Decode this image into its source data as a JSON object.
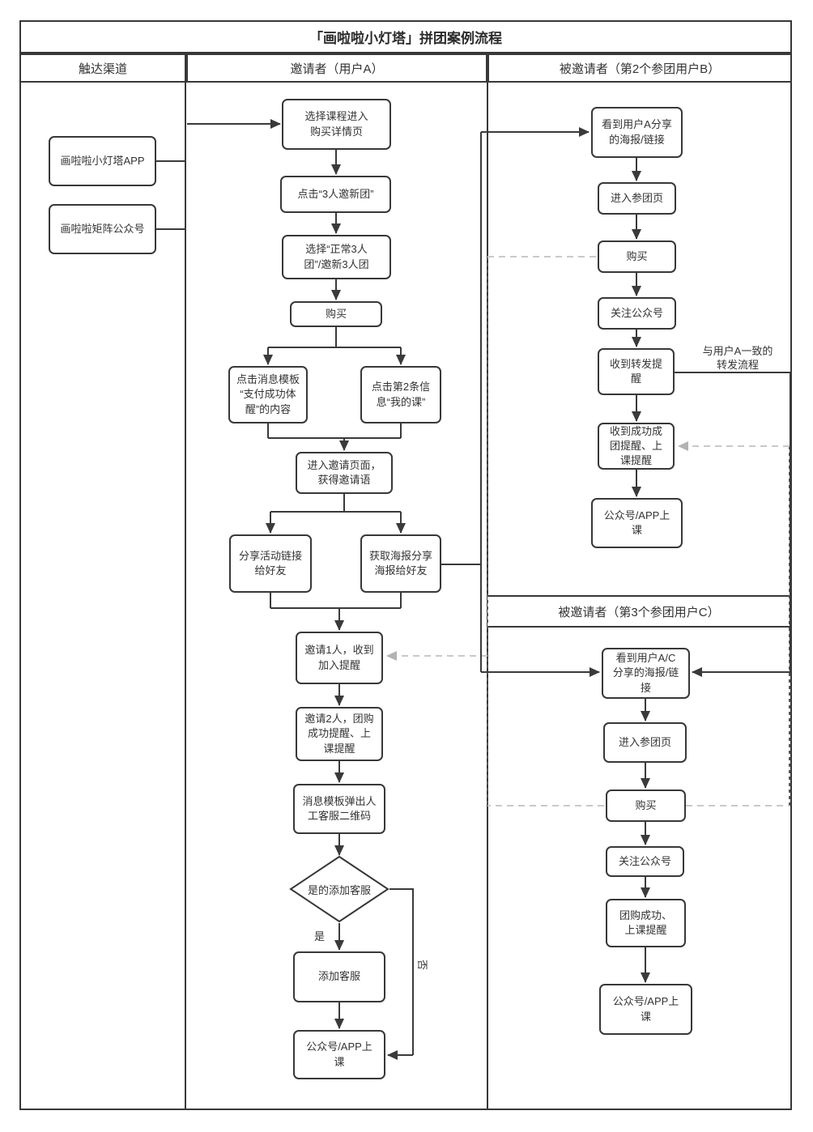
{
  "title": "「画啦啦小灯塔」拼团案例流程",
  "lane_headers": [
    "触达渠道",
    "邀请者（用户A）",
    "被邀请者（第2个参团用户B）"
  ],
  "section_c_header": "被邀请者（第3个参团用户C）",
  "nodes": {
    "l1": {
      "label": "画啦啦小灯塔APP"
    },
    "l2": {
      "label": "画啦啦矩阵公众号"
    },
    "a1": {
      "label": "选择课程进入\n购买详情页"
    },
    "a2": {
      "label": "点击“3人邀新团”"
    },
    "a3": {
      "label": "选择“正常3人\n团”/邀新3人团"
    },
    "a4": {
      "label": "购买"
    },
    "a5l": {
      "label": "点击消息模板\n“支付成功体\n醒”的内容"
    },
    "a5r": {
      "label": "点击第2条信\n息“我的课”"
    },
    "a6": {
      "label": "进入邀请页面，\n获得邀请语"
    },
    "a7l": {
      "label": "分享活动链接\n给好友"
    },
    "a7r": {
      "label": "获取海报分享\n海报给好友"
    },
    "a8": {
      "label": "邀请1人，收到\n加入提醒"
    },
    "a9": {
      "label": "邀请2人，团购\n成功提醒、上\n课提醒"
    },
    "a10": {
      "label": "消息模板弹出人\n工客服二维码"
    },
    "decision": {
      "label": "是的添加客服"
    },
    "a11": {
      "label": "添加客服"
    },
    "a12": {
      "label": "公众号/APP上\n课"
    },
    "b1": {
      "label": "看到用户A分享\n的海报/链接"
    },
    "b2": {
      "label": "进入参团页"
    },
    "b3": {
      "label": "购买"
    },
    "b4": {
      "label": "关注公众号"
    },
    "b5": {
      "label": "收到转发提\n醒"
    },
    "b6": {
      "label": "收到成功成\n团提醒、上\n课提醒"
    },
    "b7": {
      "label": "公众号/APP上\n课"
    },
    "c1": {
      "label": "看到用户A/C\n分享的海报/链\n接"
    },
    "c2": {
      "label": "进入参团页"
    },
    "c3": {
      "label": "购买"
    },
    "c4": {
      "label": "关注公众号"
    },
    "c5": {
      "label": "团购成功、\n上课提醒"
    },
    "c6": {
      "label": "公众号/APP上\n课"
    }
  },
  "edge_labels": {
    "yes": "是",
    "no": "否",
    "annotation": "与用户A一致的\n转发流程"
  },
  "colors": {
    "line": "#3a3a3a",
    "box_border": "#383838",
    "dashed_light": "#c9c9c9",
    "dashed_dark": "#555555",
    "gray_arrow": "#b3b3b3",
    "text": "#333333",
    "background": "#ffffff"
  }
}
